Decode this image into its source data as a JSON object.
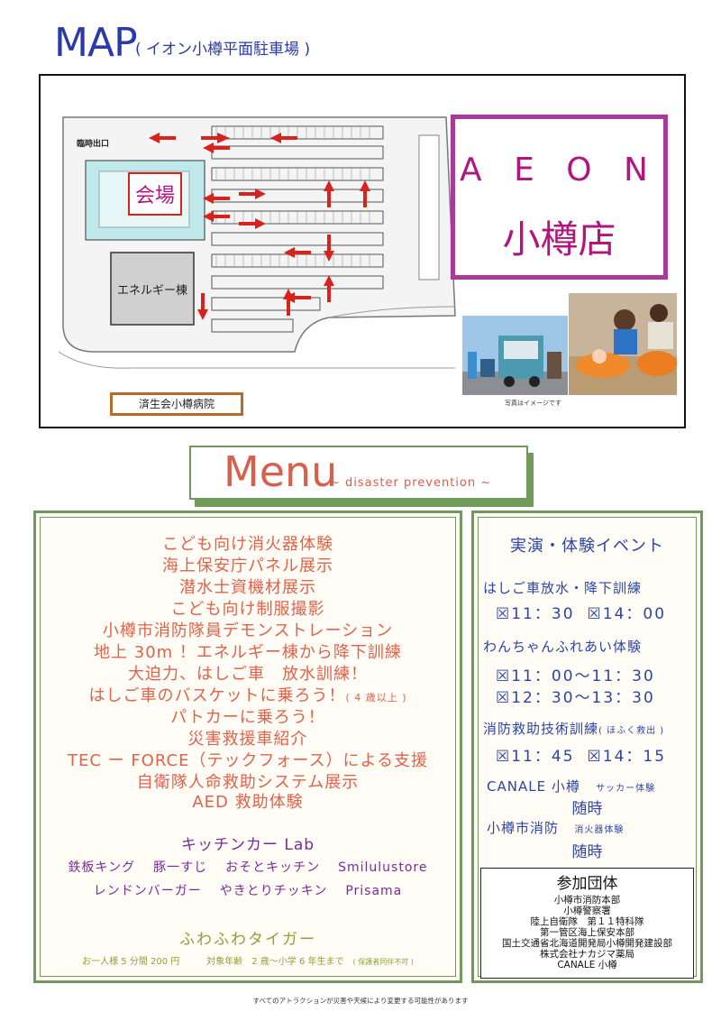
{
  "header": {
    "title": "MAP",
    "subtitle": "( イオン小樽平面駐車場 )"
  },
  "map": {
    "venue_label": "会場",
    "energy_label": "エネルギー棟",
    "exit_label": "臨時出口",
    "aeon_en": "A E O N",
    "aeon_jp": "小樽店",
    "hospital": "済生会小樽病院",
    "photo_caption": "写真はイメージです"
  },
  "menu": {
    "title": "Menu",
    "subtitle": "~ disaster prevention ~"
  },
  "activities": [
    {
      "text": "こども向け消火器体験"
    },
    {
      "text": "海上保安庁パネル展示"
    },
    {
      "text": "潜水士資機材展示"
    },
    {
      "text": "こども向け制服撮影"
    },
    {
      "text": "小樽市消防隊員デモンストレーション"
    },
    {
      "text": "地上 30m ！エネルギー棟から降下訓練"
    },
    {
      "text": "大迫力、はしご車　放水訓練！"
    },
    {
      "text": "はしご車のバスケットに乗ろう！",
      "note": "( 4 歳以上 )"
    },
    {
      "text": "パトカーに乗ろう！"
    },
    {
      "text": "災害救援車紹介"
    },
    {
      "text": "TEC ー FORCE（テックフォース）による支援"
    },
    {
      "text": "自衛隊人命救助システム展示"
    },
    {
      "text": "AED 救助体験"
    }
  ],
  "kitchen": {
    "title": "キッチンカー Lab",
    "row1": [
      "鉄板キング",
      "豚一すじ",
      "おそとキッチン",
      "Smilulustore"
    ],
    "row2": [
      "レンドンバーガー",
      "やきとりチッキン",
      "Prisama"
    ]
  },
  "fuwafuwa": {
    "title": "ふわふわタイガー",
    "price": "お一人様 5 分間 200 円",
    "age": "対象年齢　2 歳～小学 6 年生まで",
    "age_note": "( 保護者同伴不可 )"
  },
  "events": {
    "title": "実演・体験イベント",
    "ladder": {
      "name": "はしご車放水・降下訓練",
      "times": [
        "☒11：30",
        "☒14：00"
      ]
    },
    "dog": {
      "name": "わんちゃんふれあい体験",
      "times": [
        "☒11：00～11：30",
        "☒12：30～13：30"
      ]
    },
    "rescue": {
      "name": "消防救助技術訓練",
      "note": "( ほふく救出 )",
      "times": [
        "☒11：45",
        "☒14：15"
      ]
    },
    "canale": {
      "name": "CANALE 小樽",
      "note": "サッカー体験",
      "when": "随時"
    },
    "fire": {
      "name": "小樽市消防",
      "note": "消火器体験",
      "when": "随時"
    }
  },
  "participants": {
    "title": "参加団体",
    "list": [
      "小樽市消防本部",
      "小樽警察署",
      "陸上自衛隊　第１１特科隊",
      "第一管区海上保安本部",
      "国土交通省北海道開発局小樽開発建設部",
      "株式会社ナカジマ薬局",
      "CANALE 小樽"
    ]
  },
  "footer": "すべてのアトラクションが災害や天候により変更する可能性があります",
  "colors": {
    "accent_green": "#6f9a5a",
    "menu_red": "#e0624b",
    "event_blue": "#2c44a8",
    "aeon_magenta": "#b1167f",
    "kitchen_purple": "#7a2a9a"
  }
}
